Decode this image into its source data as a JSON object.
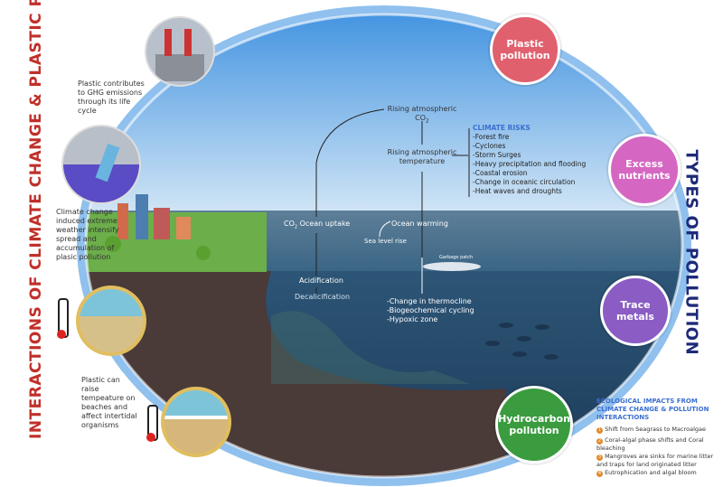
{
  "left_title": "INTERACTIONS OF CLIMATE CHANGE & PLASTIC POLLUTION",
  "right_title": "TYPES OF POLLUTION",
  "pollution_types": [
    {
      "label": "Plastic pollution",
      "color": "#e0606e"
    },
    {
      "label": "Excess nutrients",
      "color": "#d567c2"
    },
    {
      "label": "Trace metals",
      "color": "#8a5cc4"
    },
    {
      "label": "Hydrocarbon pollution",
      "color": "#3a9c3e"
    }
  ],
  "interactions": [
    "Plastic contributes to GHG emissions through its life cycle",
    "Climate change induced extreme weather intensify spread and accumulation of plasic pollution",
    "Plastic can raise tempeature on beaches and affect intertidal organisms"
  ],
  "flow": {
    "co2": "Rising atmospheric CO",
    "co2_sub": "2",
    "temperature": "Rising atmospheric temperature",
    "uptake": "Ocean uptake",
    "uptake_prefix": "CO",
    "warming": "Ocean warming",
    "sea_level": "Sea level rise",
    "garbage": "Garbage patch",
    "acidification": "Acidification",
    "decalcification": "Decalicification",
    "ocean_effects": [
      "-Change in thermocline",
      "-Biogeochemical cycling",
      "-Hypoxic zone"
    ]
  },
  "climate_risks": {
    "title": "CLIMATE RISKS",
    "items": [
      "-Forest fire",
      "-Cyclones",
      "-Storm Surges",
      "-Heavy precipitation and flooding",
      "-Coastal erosion",
      "-Change in oceanic circulation",
      "-Heat waves and droughts"
    ]
  },
  "ecological_impacts": {
    "title": "ECOLOGICAL IMPACTS FROM CLIMATE CHANGE & POLLUTION INTERACTIONS",
    "items": [
      {
        "num": "1",
        "text": "Shift from Seagrass to Macroalgae"
      },
      {
        "num": "2",
        "text": "Coral-algal phase shifts  and Coral bleaching"
      },
      {
        "num": "3",
        "text": "Mangroves are sinks for marine litter and traps for land originated litter"
      },
      {
        "num": "4",
        "text": "Eutrophication and algal bloom"
      }
    ]
  },
  "colors": {
    "left_title": "#c0302a",
    "right_title": "#1e2a78",
    "sky": "#4fa2e6",
    "sea": "#2c4f6e",
    "land": "#4a3a38",
    "ring": "#8fc0ee"
  }
}
